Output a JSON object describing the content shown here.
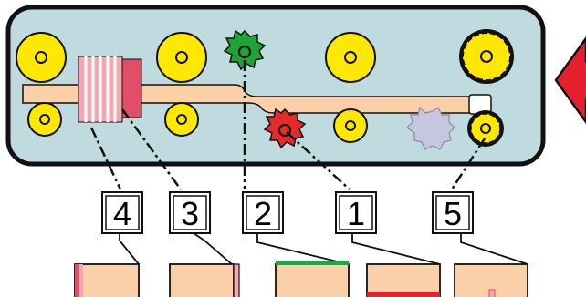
{
  "diagram": {
    "callouts": [
      {
        "id": "4",
        "label": "4"
      },
      {
        "id": "3",
        "label": "3"
      },
      {
        "id": "2",
        "label": "2"
      },
      {
        "id": "1",
        "label": "1"
      },
      {
        "id": "5",
        "label": "5"
      }
    ],
    "colors": {
      "machine_fill": "#bfdbdf",
      "machine_stroke": "#111111",
      "workpiece": "#fbcfa7",
      "roller": "#ffe800",
      "top_cutter": "#1fa336",
      "bottom_cutter": "#e52a2a",
      "saw_blade": "#c6c6e0",
      "band_pink": "#f4a7b1",
      "band_red": "#e24e68",
      "arrow": "#e5202f",
      "profile_green": "#1aa84a",
      "profile_red": "#e5202f"
    },
    "icons": {
      "feed_direction": "arrow-left-icon",
      "top_cutter": "green-cutter-head-icon",
      "bottom_cutter": "red-cutter-head-icon",
      "saw": "circular-saw-icon",
      "roller": "feed-roller-icon",
      "edge_bander": "edge-banding-unit-icon"
    }
  }
}
